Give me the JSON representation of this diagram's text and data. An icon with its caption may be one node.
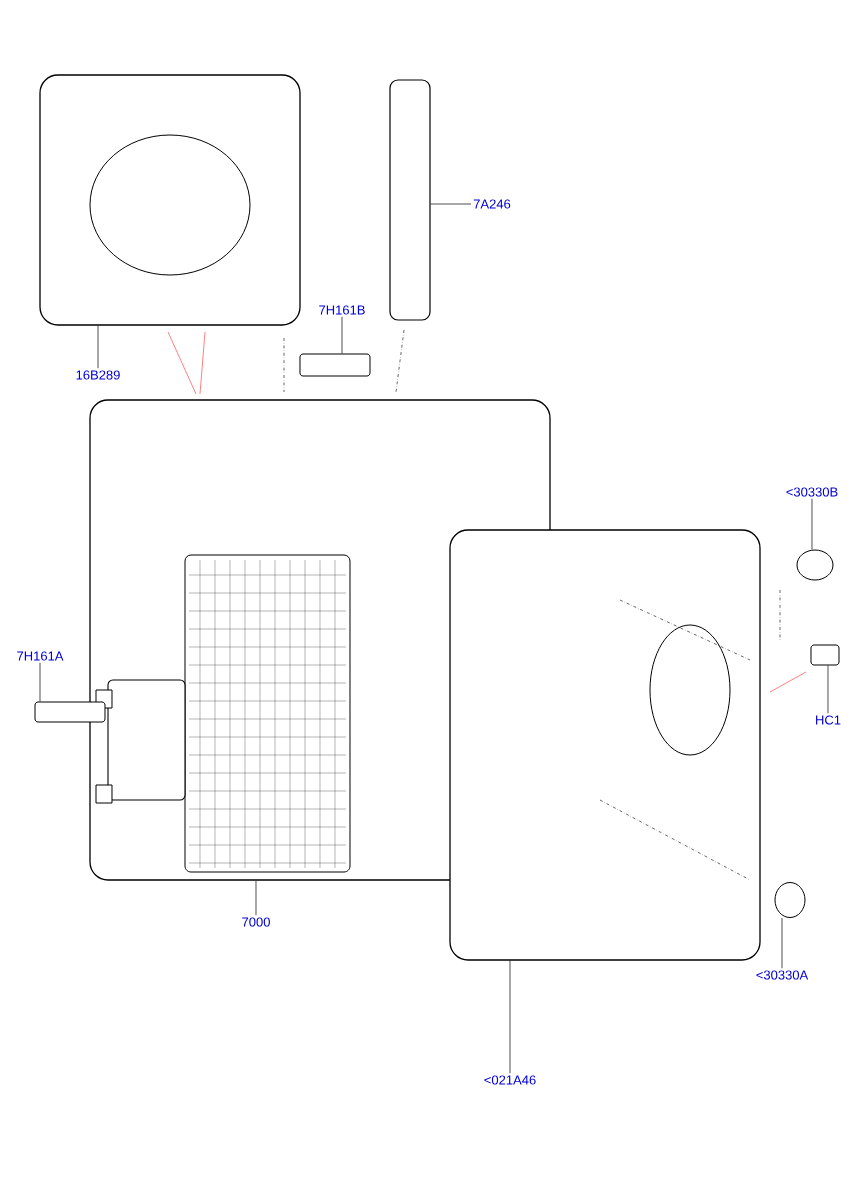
{
  "diagram": {
    "nodes": [
      {
        "text": [
          "16B289"
        ]
      },
      {
        "text": [
          "7A246"
        ]
      },
      {
        "text": [
          "7H161B"
        ]
      },
      {
        "text": [
          "<30330B"
        ]
      },
      {
        "text": [
          "7H161A"
        ]
      },
      {
        "text": [
          "HC1"
        ]
      },
      {
        "text": [
          "7000"
        ]
      },
      {
        "text": [
          "<30330A"
        ]
      },
      {
        "text": [
          "<021A46"
        ]
      },
      {
        "text": [],
        "shape": "picture"
      },
      {
        "text": [],
        "shape": "bar"
      },
      {
        "text": [],
        "shape": "box"
      },
      {
        "text": [],
        "shape": "picture"
      },
      {
        "text": [],
        "shape": "box"
      },
      {
        "text": [],
        "shape": "picture"
      },
      {
        "text": [],
        "shape": "circle"
      },
      {
        "text": [],
        "shape": "box"
      },
      {
        "text": [],
        "shape": "circle"
      }
    ],
    "edges": [
      {
        "from": 0,
        "to": 9,
        "arrow": "none"
      },
      {
        "from": 1,
        "to": 10,
        "arrow": "none"
      },
      {
        "from": 2,
        "to": 11,
        "arrow": "none"
      },
      {
        "from": 3,
        "to": 15,
        "arrow": "none"
      },
      {
        "from": 4,
        "to": 13,
        "arrow": "none"
      },
      {
        "from": 5,
        "to": 16,
        "arrow": "none"
      },
      {
        "from": 6,
        "to": 12,
        "arrow": "none"
      },
      {
        "from": 7,
        "to": 17,
        "arrow": "none"
      },
      {
        "from": 8,
        "to": 14,
        "arrow": "none"
      }
    ]
  }
}
